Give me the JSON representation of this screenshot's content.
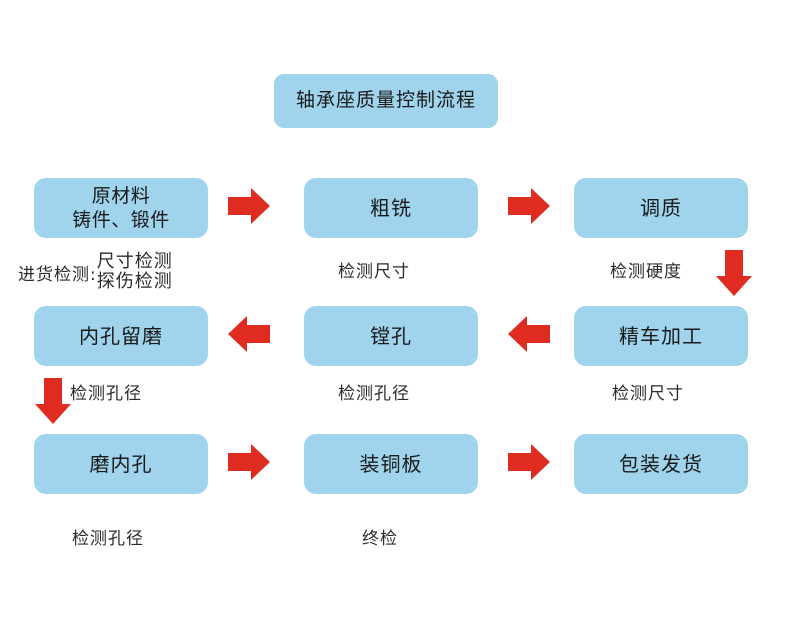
{
  "title": {
    "label": "轴承座质量控制流程"
  },
  "colors": {
    "node_fill": "#9fd4ec",
    "arrow_red": "#e02b20",
    "text": "#1a1a1a",
    "background": "#ffffff"
  },
  "nodes": {
    "raw_material": "原材料\n铸件、锻件",
    "rough_milling": "粗铣",
    "quenching_tempering": "调质",
    "bore_reserve_grind": "内孔留磨",
    "boring": "镗孔",
    "finish_turning": "精车加工",
    "grind_inner_hole": "磨内孔",
    "install_copper_plate": "装铜板",
    "packing_shipping": "包装发货"
  },
  "captions": {
    "incoming_label": "进货检测:",
    "incoming_line1": "尺寸检测",
    "incoming_line2": "探伤检测",
    "rough_milling_check": "检测尺寸",
    "quenching_check": "检测硬度",
    "bore_reserve_check": "检测孔径",
    "boring_check": "检测孔径",
    "finish_turning_check": "检测尺寸",
    "grind_check": "检测孔径",
    "final_check": "终检"
  },
  "arrows": [
    {
      "name": "raw-material-to-rough-milling",
      "direction": "right"
    },
    {
      "name": "rough-milling-to-quenching",
      "direction": "right"
    },
    {
      "name": "quenching-to-finish-turning",
      "direction": "down"
    },
    {
      "name": "finish-turning-to-boring",
      "direction": "left"
    },
    {
      "name": "boring-to-bore-reserve",
      "direction": "left"
    },
    {
      "name": "bore-reserve-to-grind",
      "direction": "down"
    },
    {
      "name": "grind-to-copper-plate",
      "direction": "right"
    },
    {
      "name": "copper-plate-to-packing",
      "direction": "right"
    }
  ]
}
